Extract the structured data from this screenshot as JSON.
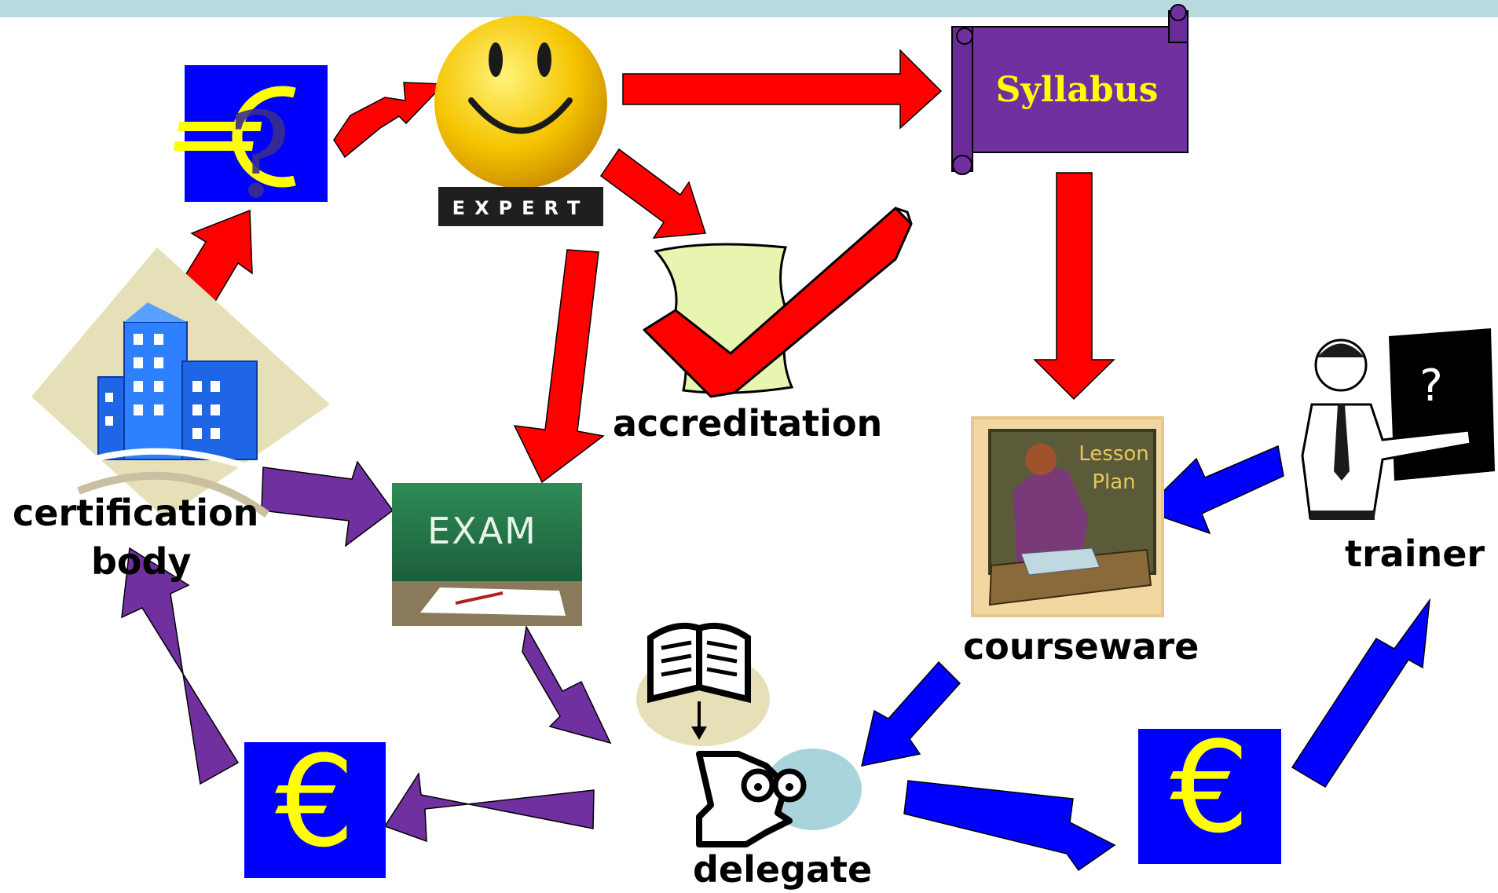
{
  "colors": {
    "red_arrow": "#ff0000",
    "purple_arrow": "#7030a0",
    "blue_arrow": "#0000ff",
    "euro_bg": "#0000ff",
    "euro_sign": "#ffff00",
    "scroll_fill": "#7030a0",
    "scroll_text": "#ffff00",
    "exam_board": "#1f6b45",
    "check_red": "#ff0000",
    "paper_green": "#e8f5b0",
    "top_bar": "#b7d9e0"
  },
  "labels": {
    "expert_banner": "EXPERT",
    "syllabus": "Syllabus",
    "accreditation": "accreditation",
    "certification": "certification",
    "body": "body",
    "exam": "EXAM",
    "lesson_plan_1": "Lesson",
    "lesson_plan_2": "Plan",
    "courseware": "courseware",
    "trainer": "trainer",
    "delegate": "delegate",
    "euro": "€",
    "question": "?"
  },
  "icons": {
    "euro_question": "euro-question-icon",
    "expert": "smiley-expert-icon",
    "syllabus": "scroll-icon",
    "accreditation": "checkmark-icon",
    "certification_body": "buildings-icon",
    "exam": "chalkboard-exam-icon",
    "courseware": "lesson-plan-icon",
    "trainer": "trainer-icon",
    "delegate": "reader-icon",
    "euro": "euro-icon"
  }
}
